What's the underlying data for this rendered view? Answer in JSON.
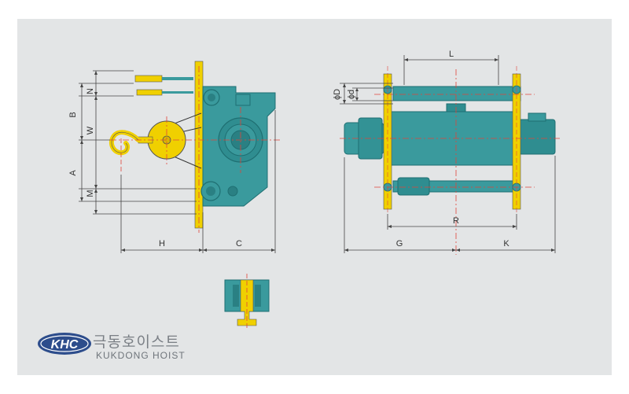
{
  "brand": {
    "logo_mark": "KHC",
    "name_korean": "극동호이스트",
    "name_english": "KUKDONG HOIST",
    "logo_color": "#2d4d8c"
  },
  "colors": {
    "body": "#3a9a9d",
    "body_dark": "#1f6f72",
    "rail": "#f0d000",
    "dimension": "#444444",
    "centerline": "#e0443a",
    "panel": "#e3e5e6"
  },
  "side_view": {
    "dimensions": {
      "B": "B",
      "N": "N",
      "W": "W",
      "A": "A",
      "M": "M",
      "H": "H",
      "C": "C"
    }
  },
  "front_view": {
    "dimensions": {
      "L": "L",
      "D": "ϕD",
      "d": "ϕd",
      "R": "R",
      "G": "G",
      "K": "K"
    }
  },
  "icons": {
    "hook": "hook-icon",
    "rail": "i-beam-rail-icon"
  }
}
